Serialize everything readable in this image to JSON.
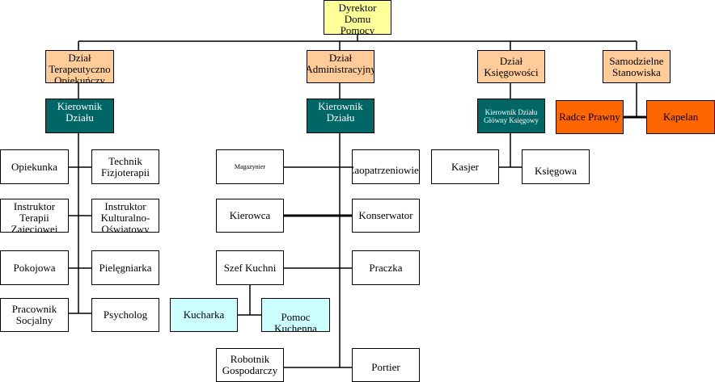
{
  "director": "Dyrektor Domu Pomocy Społecznej",
  "departments": {
    "therapy": "Dział Terapeutyczno Opiekuńczy",
    "admin": "Dział Administracyjny",
    "accounting": "Dział Księgowości",
    "independent": "Samodzielne Stanowiska"
  },
  "heads": {
    "therapy": "Kierownik Działu",
    "admin": "Kierownik Działu",
    "accounting": "Kierownik Działu Główny Księgowy"
  },
  "independent_posts": {
    "legal": "Radce Prawny",
    "chaplain": "Kapelan"
  },
  "therapy_staff": {
    "opiekunka": "Opiekunka",
    "technik": "Technik Fizjoterapii",
    "instruktor_terapii": "Instruktor Terapii Zajęciowej",
    "instruktor_kult": "Instruktor Kulturalno-Oświatowy",
    "pokojowa": "Pokojowa",
    "pielegniarka": "Pielęgniarka",
    "pracownik": "Pracownik Socjalny",
    "psycholog": "Psycholog"
  },
  "admin_staff": {
    "magazynier": "Magazynier",
    "zaopatrzeniowiec": "Zaopatrzeniowiec",
    "kierowca": "Kierowca",
    "konserwator": "Konserwator",
    "szef_kuchni": "Szef Kuchni",
    "praczka": "Praczka",
    "kucharka": "Kucharka",
    "pomoc_kuchenna": "Pomoc Kuchenna",
    "robotnik": "Robotnik Gospodarczy",
    "portier": "Portier"
  },
  "accounting_staff": {
    "kasjer": "Kasjer",
    "ksiegowa": "Księgowa"
  },
  "colors": {
    "director": "#ffff99",
    "department": "#ffcc99",
    "head": "#006666",
    "independent_post": "#ff6600",
    "kitchen_aux": "#ccffff"
  }
}
